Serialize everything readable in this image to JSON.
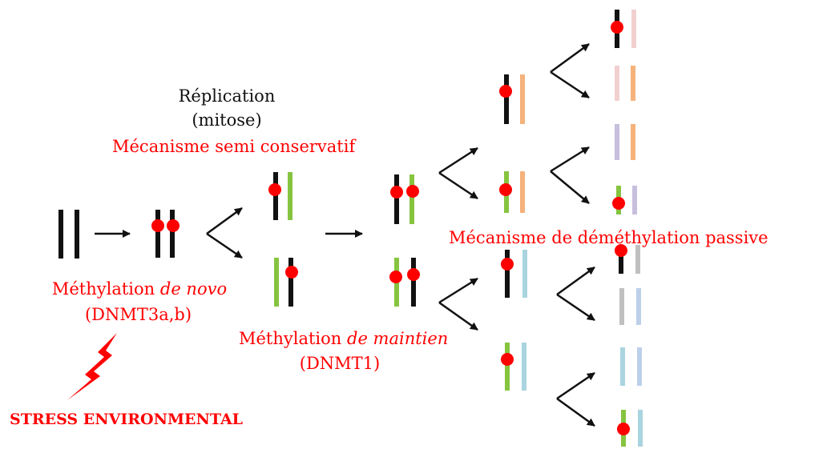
{
  "labels": {
    "replication": "Réplication",
    "mitosis": "(mitose)",
    "semi_conservative": "Mécanisme semi conservatif",
    "de_novo_prefix": "Méthylation ",
    "de_novo_italic": "de novo",
    "de_novo_enzymes": "(DNMT3a,b)",
    "maintenance_prefix": "Méthylation ",
    "maintenance_italic": "de maintien",
    "maintenance_enzyme": "(DNMT1)",
    "passive_demethylation": "Mécanisme de déméthylation passive",
    "stress": "STRESS ENVIRONMENTAL"
  },
  "colors": {
    "parent_strand": "#111111",
    "new_strand_gen1": "#86c440",
    "new_strand_orange": "#f5b27b",
    "new_strand_blue": "#a9d4e0",
    "faded_pink": "#f2d0d0",
    "faded_purple": "#c7bfde",
    "faded_grey": "#c0c0c0",
    "faded_lightblue": "#bcd0ea",
    "methyl_mark": "#ff0000",
    "annotation_red": "#ff0000"
  },
  "icons": [
    "lightning-bolt-icon",
    "arrow-icon"
  ]
}
